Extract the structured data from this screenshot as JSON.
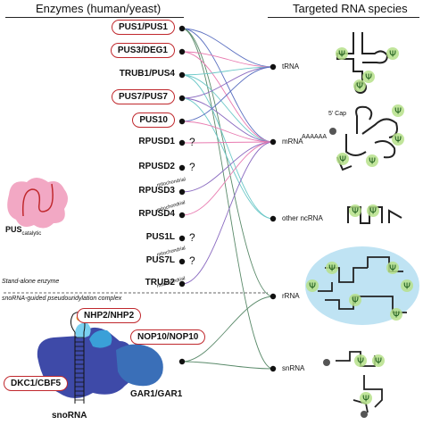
{
  "header": {
    "left_title": "Enzymes (human/yeast)",
    "right_title": "Targeted RNA species"
  },
  "enzymes": [
    {
      "label": "PUS1/PUS1",
      "boxed": true,
      "question": false
    },
    {
      "label": "PUS3/DEG1",
      "boxed": true,
      "question": false
    },
    {
      "label": "TRUB1/PUS4",
      "boxed": false,
      "question": false
    },
    {
      "label": "PUS7/PUS7",
      "boxed": true,
      "question": false
    },
    {
      "label": "PUS10",
      "boxed": true,
      "question": false
    },
    {
      "label": "RPUSD1",
      "boxed": false,
      "question": true
    },
    {
      "label": "RPUSD2",
      "boxed": false,
      "question": true
    },
    {
      "label": "RPUSD3",
      "boxed": false,
      "question": false
    },
    {
      "label": "RPUSD4",
      "boxed": false,
      "question": false
    },
    {
      "label": "PUS1L",
      "boxed": false,
      "question": true
    },
    {
      "label": "PUS7L",
      "boxed": false,
      "question": true
    },
    {
      "label": "TRUB2",
      "boxed": false,
      "question": false
    }
  ],
  "question_mark": "?",
  "mito_label": "mitochondrial",
  "rna_species": [
    "tRNA",
    "mRNA",
    "other ncRNA",
    "rRNA",
    "snRNA"
  ],
  "pus_catalytic": {
    "main": "PUS",
    "sub": "catalytic"
  },
  "standalone_label": "Stand-alone enzyme",
  "snorna_guided_label": "snoRNA-guided pseudouridylation complex",
  "complex_labels": {
    "nhp2": "NHP2/NHP2",
    "nop10": "NOP10/NOP10",
    "dkc1": "DKC1/CBF5",
    "gar1": "GAR1/GAR1",
    "snorna": "snoRNA"
  },
  "mrna_annotations": {
    "cap": "5' Cap",
    "polya": "AAAAAA"
  },
  "psi_symbol": "Ψ",
  "colors": {
    "boxed_outline": "#c0282d",
    "psi_halo": "#b6e08a",
    "pus_blob": "#f2a8c4",
    "rrna_bg": "#bfe3f3",
    "dkc1": "#3e4aa8",
    "gar1": "#3a6fb8",
    "nop10": "#3aa0d8",
    "nhp2": "#7ad0f0",
    "line_pink": "#e87ab0",
    "line_blue": "#5a6fc0",
    "line_teal": "#6cc8c8",
    "line_purple": "#8a6ac0",
    "line_green": "#5a8a6a"
  }
}
